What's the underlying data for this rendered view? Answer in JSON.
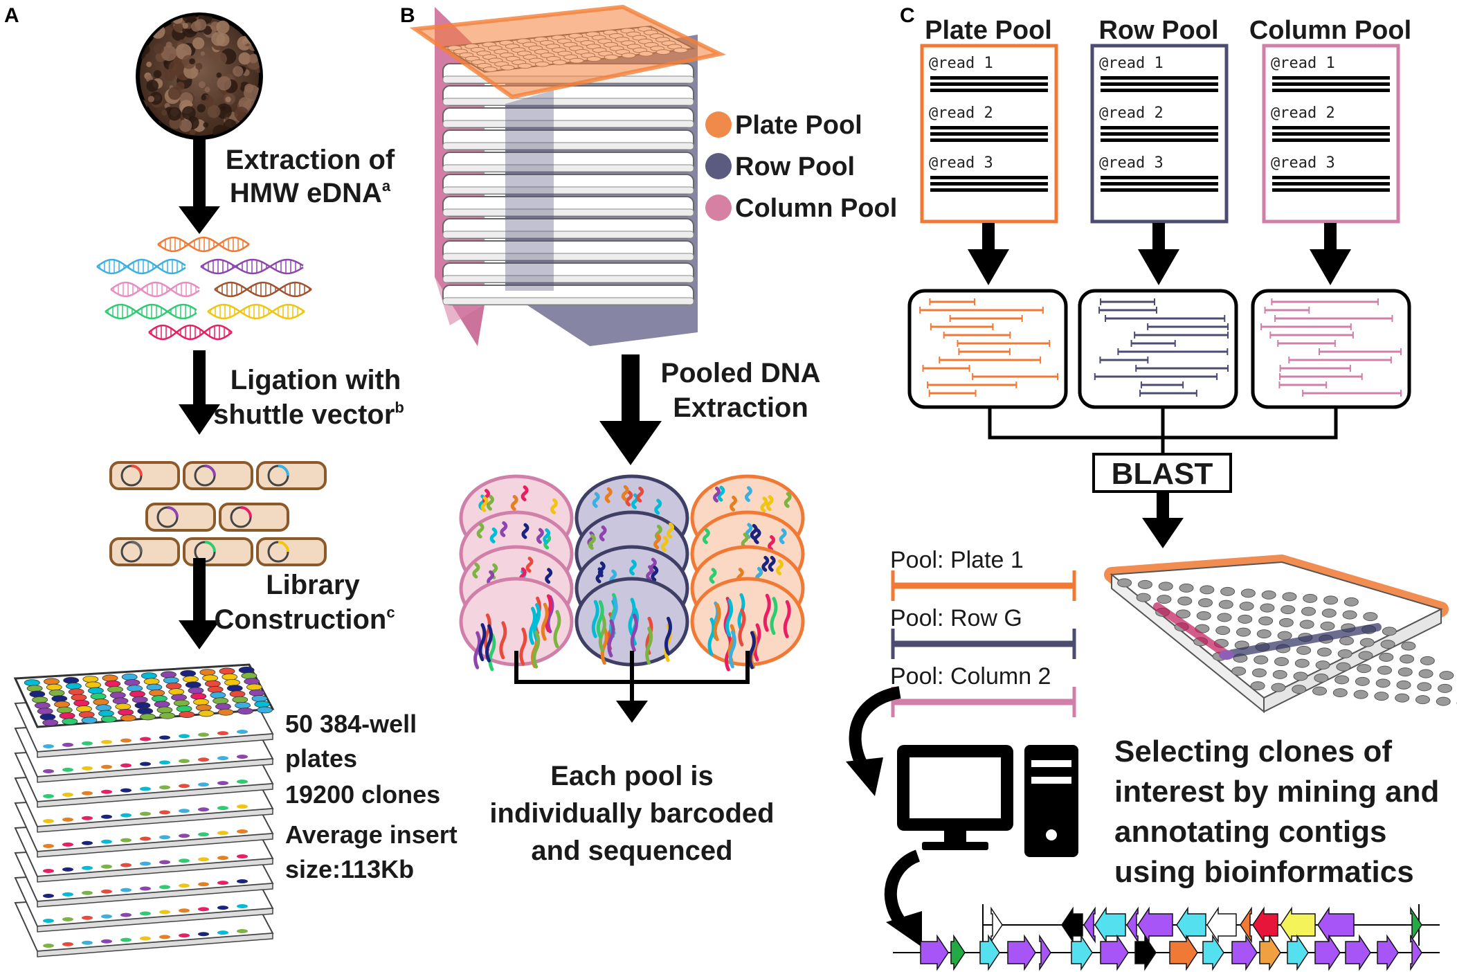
{
  "panels": {
    "a": "A",
    "b": "B",
    "c": "C"
  },
  "panel_a": {
    "step1": [
      "Extraction of",
      "HMW eDNA"
    ],
    "step1_sup": "a",
    "step2": [
      "Ligation with",
      "shuttle vector"
    ],
    "step2_sup": "b",
    "step3": [
      "Library",
      "Construction"
    ],
    "step3_sup": "c",
    "stats": [
      "50 384-well",
      "plates",
      "19200 clones",
      "Average insert",
      "size:113Kb"
    ]
  },
  "panel_b": {
    "legend": [
      {
        "label": "Plate Pool",
        "color": "#f08a4b"
      },
      {
        "label": "Row Pool",
        "color": "#5b5b80"
      },
      {
        "label": "Column Pool",
        "color": "#d681a3"
      }
    ],
    "step": [
      "Pooled DNA",
      "Extraction"
    ],
    "caption": [
      "Each pool is",
      "individually barcoded",
      "and sequenced"
    ]
  },
  "panel_c": {
    "pools": [
      {
        "title": "Plate Pool",
        "color": "#f07a35",
        "reads": [
          "@read 1",
          "@read 2",
          "@read 3"
        ]
      },
      {
        "title": "Row Pool",
        "color": "#4c4c70",
        "reads": [
          "@read 1",
          "@read 2",
          "@read 3"
        ]
      },
      {
        "title": "Column Pool",
        "color": "#d07fa8",
        "reads": [
          "@read 1",
          "@read 2",
          "@read 3"
        ]
      }
    ],
    "blast": "BLAST",
    "hits": [
      {
        "label": "Pool: Plate 1",
        "color": "#f07a35"
      },
      {
        "label": "Pool: Row G",
        "color": "#4c4c70"
      },
      {
        "label": "Pool: Column 2",
        "color": "#d07fa8"
      }
    ],
    "caption": [
      "Selecting clones of",
      "interest by mining and",
      "annotating contigs",
      "using bioinformatics"
    ]
  },
  "icons": [
    "soil-sample-icon",
    "dna-strands-icon",
    "ecoli-cells-icon",
    "plate-stack-icon",
    "well-plate-icon",
    "computer-icon",
    "gene-arrows-icon"
  ]
}
